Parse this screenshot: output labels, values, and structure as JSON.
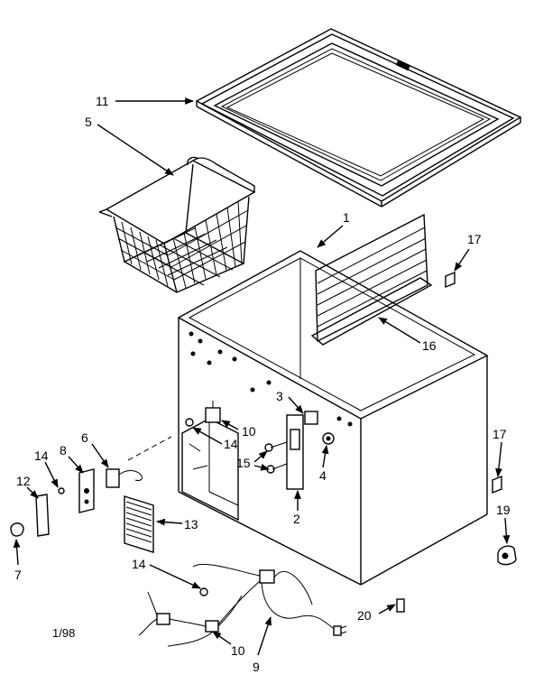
{
  "diagram": {
    "date_code": "1/98",
    "callouts": {
      "c11": "11",
      "c5": "5",
      "c1": "1",
      "c17a": "17",
      "c16": "16",
      "c3": "3",
      "c10a": "10",
      "c14a": "14",
      "c15": "15",
      "c4": "4",
      "c2": "2",
      "c6": "6",
      "c8": "8",
      "c14b": "14",
      "c12": "12",
      "c7": "7",
      "c13": "13",
      "c17b": "17",
      "c19": "19",
      "c14c": "14",
      "c10b": "10",
      "c9": "9",
      "c20": "20"
    }
  }
}
